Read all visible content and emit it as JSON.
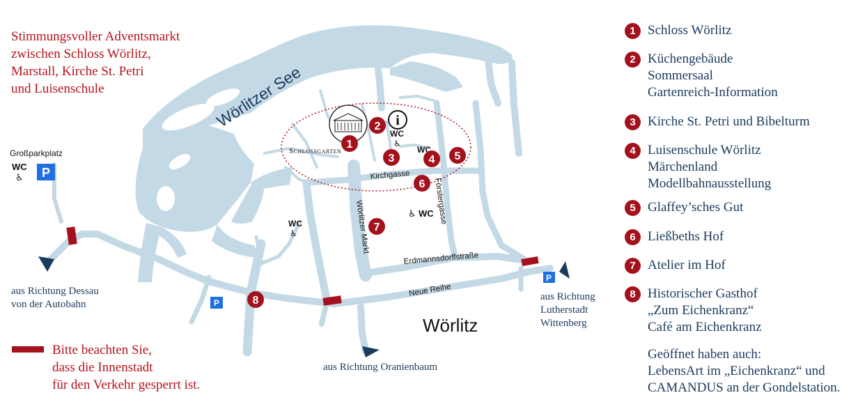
{
  "intro": {
    "lines": [
      "Stimmungsvoller Adventsmarkt",
      "zwischen Schloss Wörlitz,",
      "Marstall, Kirche St. Petri",
      "und Luisenschule"
    ]
  },
  "map": {
    "lake_label": "Wörlitzer See",
    "town_label": "Wörlitz",
    "park_label": "Schlossgarten",
    "streets": {
      "kirchgasse": "Kirchgasse",
      "woerlitzer_markt": "Wörlitzer Markt",
      "foerstergasse": "Förstergasse",
      "erdmannsdorff": "Erdmannsdorffstraße",
      "neue_reihe": "Neue Reihe"
    },
    "big_parking_label": "Großparkplatz",
    "wc_label": "WC",
    "parking_symbol": "P",
    "info_symbol": "i",
    "wheelchair_icon": "wheelchair-icon",
    "markers": [
      "1",
      "2",
      "3",
      "4",
      "5",
      "6",
      "7",
      "8"
    ],
    "colors": {
      "water": "#c4d9e6",
      "road": "#c4d9e6",
      "marker": "#a3111c",
      "text_red": "#b5121b",
      "text_blue": "#1a3a5c",
      "parking": "#1f6fe0",
      "closure": "#a3111c"
    }
  },
  "directions": {
    "dessau": [
      "aus Richtung Dessau",
      "von der Autobahn"
    ],
    "oranienbaum": [
      "aus Richtung Oranienbaum"
    ],
    "wittenberg": [
      "aus Richtung",
      "Lutherstadt",
      "Wittenberg"
    ]
  },
  "legend": [
    {
      "num": "1",
      "lines": [
        "Schloss Wörlitz"
      ]
    },
    {
      "num": "2",
      "lines": [
        "Küchengebäude",
        "Sommersaal",
        "Gartenreich-Information"
      ]
    },
    {
      "num": "3",
      "lines": [
        "Kirche St. Petri und Bibelturm"
      ]
    },
    {
      "num": "4",
      "lines": [
        "Luisenschule Wörlitz",
        "Märchenland",
        "Modellbahnausstellung"
      ]
    },
    {
      "num": "5",
      "lines": [
        "Glaffey’sches Gut"
      ]
    },
    {
      "num": "6",
      "lines": [
        "Ließbeths Hof"
      ]
    },
    {
      "num": "7",
      "lines": [
        "Atelier im Hof"
      ]
    },
    {
      "num": "8",
      "lines": [
        "Historischer Gasthof",
        "„Zum Eichenkranz“",
        "Café am Eichenkranz"
      ]
    }
  ],
  "also_open": [
    "Geöffnet haben auch:",
    "LebensArt im „Eichenkranz“ und",
    "CAMANDUS an der Gondelstation."
  ],
  "notice": [
    "Bitte beachten Sie,",
    "dass die Innenstadt",
    "für den Verkehr gesperrt ist."
  ]
}
